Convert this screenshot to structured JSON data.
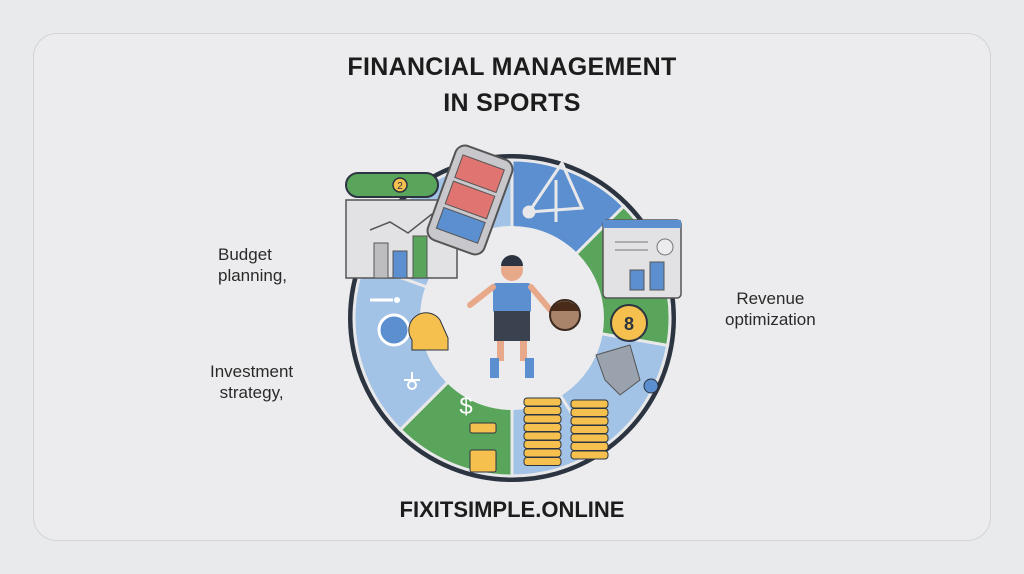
{
  "title": {
    "line1": "FINANCIAL MANAGEMENT",
    "line2": "IN SPORTS"
  },
  "labels": {
    "budget": {
      "line1": "Budget",
      "line2": "planning,"
    },
    "investment": {
      "line1": "Investment",
      "line2": "strategy,"
    },
    "revenue": {
      "line1": "Revenue",
      "line2": "optimization"
    }
  },
  "footer": "FIXITSIMPLE.ONLINE",
  "icons": {
    "coin_symbol": "8",
    "dollar_symbol": "$",
    "badge_symbol": "2"
  },
  "colors": {
    "blue": "#5b8fd0",
    "green": "#5aa55c",
    "light_blue": "#a3c3e6",
    "gold": "#f6c04e",
    "ring": "#2b3440"
  }
}
